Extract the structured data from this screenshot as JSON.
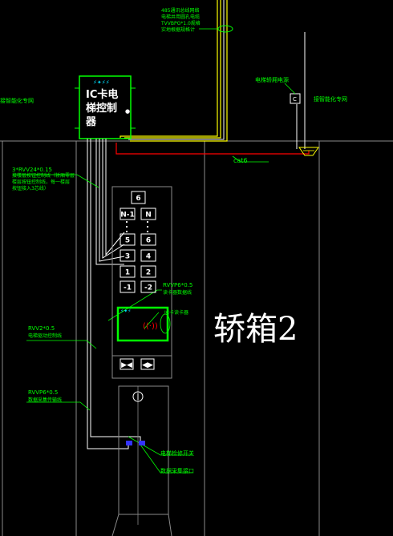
{
  "labels": {
    "top_cable_line1": "485通讯总线网络",
    "top_cable_line2": "电梯井用圆孔电缆",
    "top_cable_line3": "TVVBPG*1.0规格",
    "top_cable_line4": "实地根据规格计",
    "left_top": "接智能化专网",
    "right_top": "接智能化专网",
    "power_label": "电梯轿厢电源",
    "cat6": "cat6",
    "cable_rvv24": "3*RVV24*0.15",
    "cable_rvv24_note1": "接楼层按钮控制线（轿厢零层",
    "cable_rvv24_note2": "楼层按钮控制线，每一楼层",
    "cable_rvv24_note3": "按钮接入3芯线）",
    "cable_rvvp6_top": "RVVP6*0.5",
    "cable_rvvp6_top_note": "读卡器数据线",
    "card_reader_label": "IC卡读卡器",
    "cable_rvv2": "RVV2*0.5",
    "cable_rvv2_note": "电梯驱动控制线",
    "cable_rvvp6_bottom": "RVVP6*0.5",
    "cable_rvvp6_bottom_note": "数据采集传输线",
    "switch_label": "电梯检修开关",
    "interface_label": "数据采集接口",
    "car_title": "轿箱2"
  },
  "controller": {
    "title_line1": "IC卡电",
    "title_line2": "梯控制",
    "title_line3": "器"
  },
  "panel": {
    "top_button": "6",
    "buttons_left": [
      "N-1",
      "5",
      "3",
      "1",
      "-1"
    ],
    "buttons_right": [
      "N",
      "6",
      "4",
      "2",
      "-2"
    ],
    "open_symbol": "▶◀",
    "close_symbol": "◀▶"
  },
  "colors": {
    "background": "#000000",
    "line_green": "#00ff00",
    "line_yellow": "#ffff00",
    "line_red": "#ff0000",
    "line_white": "#ffffff",
    "grey": "#8a8a8a",
    "blue": "#3333ff"
  }
}
